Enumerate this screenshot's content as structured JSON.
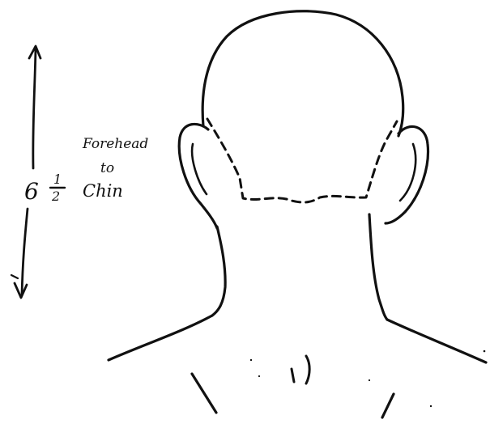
{
  "diagram": {
    "measurement_whole": "6",
    "measurement_fraction_top": "1",
    "measurement_fraction_bottom": "2",
    "label_line1": "Forehead",
    "label_line2": "to",
    "label_line3": "Chin",
    "ink_color": "#111111"
  }
}
